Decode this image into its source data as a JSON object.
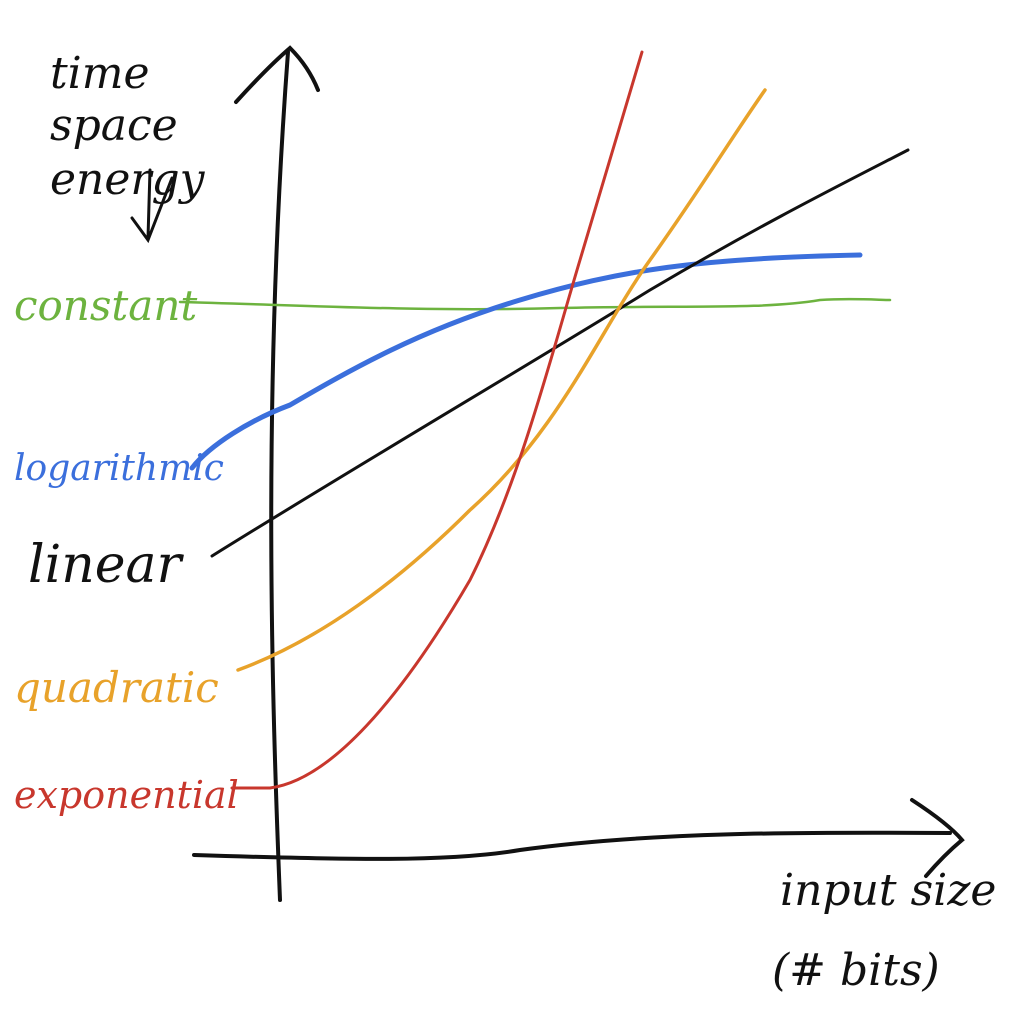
{
  "diagram": {
    "y_axis_label": [
      "time",
      "space",
      "energy"
    ],
    "x_axis_label": [
      "input size",
      "(# bits)"
    ],
    "curves": [
      {
        "id": "constant",
        "label": "constant",
        "color": "#6db33f"
      },
      {
        "id": "logarithmic",
        "label": "logarithmic",
        "color": "#3b6fdc"
      },
      {
        "id": "linear",
        "label": "linear",
        "color": "#111111"
      },
      {
        "id": "quadratic",
        "label": "quadratic",
        "color": "#e8a22a"
      },
      {
        "id": "exponential",
        "label": "exponential",
        "color": "#c8372d"
      }
    ]
  }
}
